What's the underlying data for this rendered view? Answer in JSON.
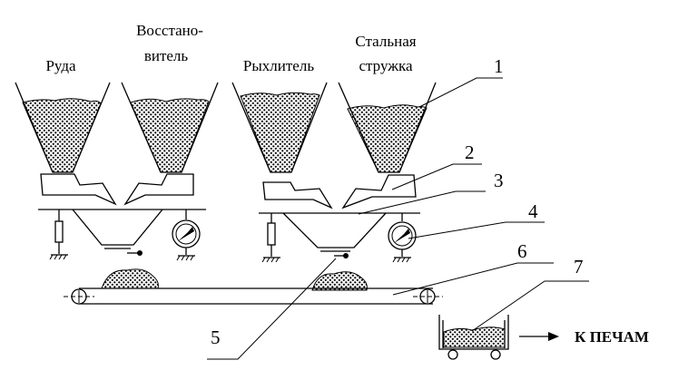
{
  "hoppers": [
    {
      "label": "Руда"
    },
    {
      "label_line1": "Восстано-",
      "label_line2": "витель"
    },
    {
      "label": "Рыхлитель"
    },
    {
      "label_line1": "Стальная",
      "label_line2": "стружка"
    }
  ],
  "callouts": [
    "1",
    "2",
    "3",
    "4",
    "5",
    "6",
    "7"
  ],
  "destination": "К ПЕЧАМ"
}
